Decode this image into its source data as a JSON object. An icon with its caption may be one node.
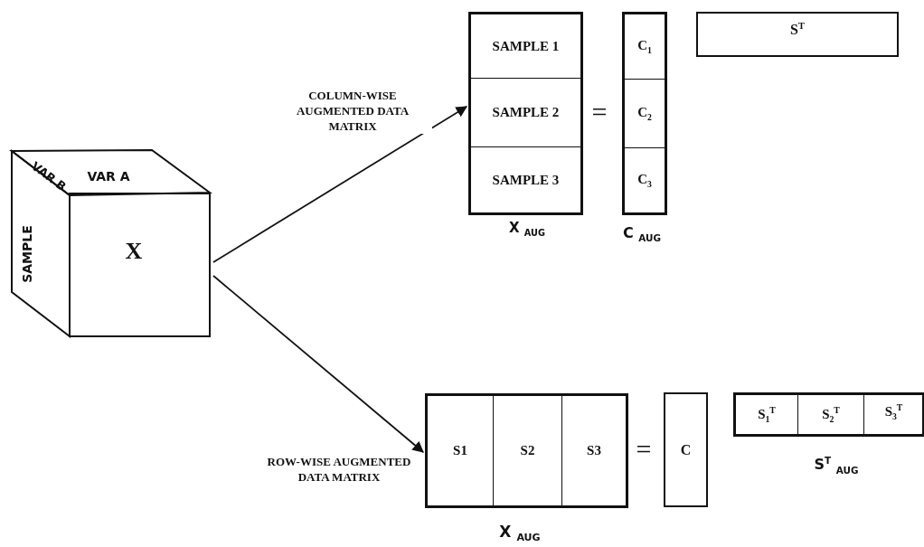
{
  "diagram": {
    "nodes": [
      {
        "text": [
          "VAR B",
          "VAR A",
          "SAMPLE",
          "X"
        ]
      },
      {
        "text": [],
        "shape": "box",
        "beside": [
          "X $_{AUG}$"
        ]
      },
      {
        "text": [
          "SAMPLE 1"
        ],
        "in": 1
      },
      {
        "text": [
          "SAMPLE 2"
        ],
        "in": 1
      },
      {
        "text": [
          "SAMPLE 3"
        ],
        "in": 1
      },
      {
        "text": [],
        "shape": "box",
        "beside": [
          "C $_{AUG}$"
        ]
      },
      {
        "text": [
          "C$_{1}$"
        ],
        "in": 5
      },
      {
        "text": [
          "C$_{2}$"
        ],
        "in": 5
      },
      {
        "text": [
          "C$_{3}$"
        ],
        "in": 5
      },
      {
        "text": [
          "S$^{T}$"
        ]
      },
      {
        "text": [],
        "shape": "box",
        "beside": [
          "X $_{AUG}$"
        ]
      },
      {
        "text": [
          "S1"
        ],
        "in": 10
      },
      {
        "text": [
          "S2"
        ],
        "in": 10
      },
      {
        "text": [
          "S3"
        ],
        "in": 10
      },
      {
        "text": [
          "C"
        ]
      },
      {
        "text": [],
        "shape": "box",
        "beside": [
          "S$^{T}$ $_{AUG}$"
        ]
      },
      {
        "text": [
          "S$_{1}$$^{T}$"
        ],
        "in": 15
      },
      {
        "text": [
          "S$_{2}$$^{T}$"
        ],
        "in": 15
      },
      {
        "text": [
          "S$_{3}$$^{T}$"
        ],
        "in": 15
      }
    ],
    "edges": [
      {
        "from": 0,
        "to": 1,
        "arrow": "to",
        "label": "COLUMN-WISE AUGMENTED DATA MATRIX"
      },
      {
        "from": 0,
        "to": 10,
        "arrow": "to",
        "label": "ROW-WISE AUGMENTED DATA MATRIX"
      }
    ],
    "labels": [
      "=",
      "="
    ]
  }
}
